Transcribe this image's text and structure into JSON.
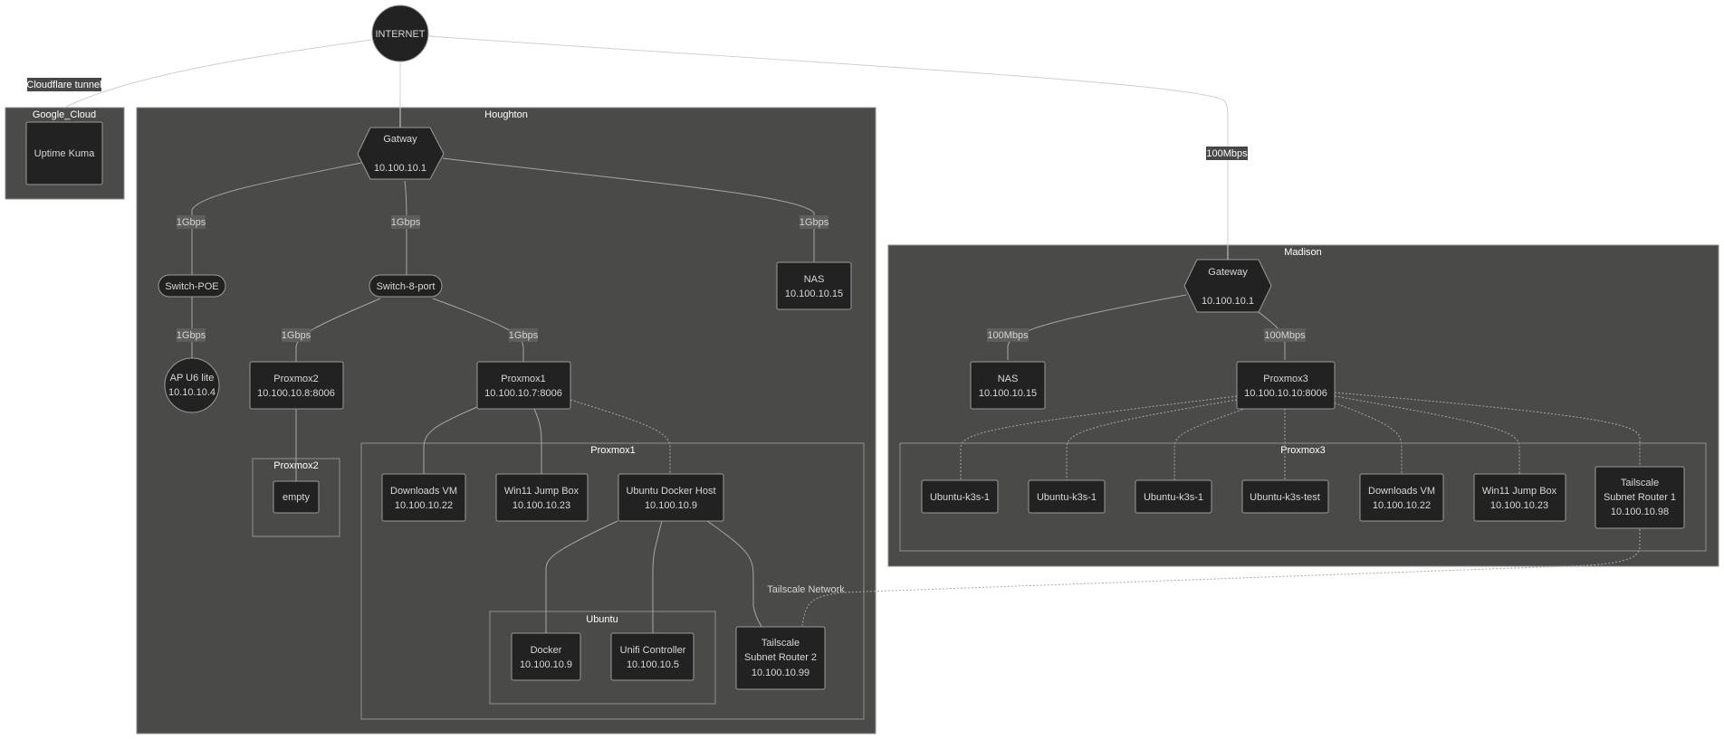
{
  "internet": "INTERNET",
  "clusters": {
    "google_cloud": "Google_Cloud",
    "houghton": "Houghton",
    "madison": "Madison",
    "proxmox1": "Proxmox1",
    "proxmox2": "Proxmox2",
    "ubuntu": "Ubuntu",
    "proxmox3": "Proxmox3"
  },
  "edge_labels": {
    "cloudflare": "Cloudflare tunnel",
    "gbps": "1Gbps",
    "mbps": "100Mbps",
    "tailscale": "Tailscale Network"
  },
  "nodes": {
    "uptime_kuma": "Uptime Kuma",
    "h_gateway": {
      "name": "Gatway",
      "ip": "10.100.10.1"
    },
    "switch_poe": "Switch-POE",
    "switch_8": "Switch-8-port",
    "h_nas": {
      "name": "NAS",
      "ip": "10.100.10.15"
    },
    "ap": {
      "name": "AP U6 lite",
      "ip": "10.10.10.4"
    },
    "proxmox2": {
      "name": "Proxmox2",
      "ip": "10.100.10.8:8006"
    },
    "proxmox1": {
      "name": "Proxmox1",
      "ip": "10.100.10.7:8006"
    },
    "empty": "empty",
    "p1_downloads": {
      "name": "Downloads VM",
      "ip": "10.100.10.22"
    },
    "p1_win11": {
      "name": "Win11 Jump Box",
      "ip": "10.100.10.23"
    },
    "docker_host": {
      "name": "Ubuntu Docker Host",
      "ip": "10.100.10.9"
    },
    "docker": {
      "name": "Docker",
      "ip": "10.100.10.9"
    },
    "unifi": {
      "name": "Unifi Controller",
      "ip": "10.100.10.5"
    },
    "ts2": {
      "line1": "Tailscale",
      "line2": "Subnet Router 2",
      "ip": "10.100.10.99"
    },
    "m_gateway": {
      "name": "Gateway",
      "ip": "10.100.10.1"
    },
    "m_nas": {
      "name": "NAS",
      "ip": "10.100.10.15"
    },
    "proxmox3": {
      "name": "Proxmox3",
      "ip": "10.100.10.10:8006"
    },
    "k3s_a": "Ubuntu-k3s-1",
    "k3s_b": "Ubuntu-k3s-1",
    "k3s_c": "Ubuntu-k3s-1",
    "k3s_test": "Ubuntu-k3s-test",
    "p3_downloads": {
      "name": "Downloads VM",
      "ip": "10.100.10.22"
    },
    "p3_win11": {
      "name": "Win11 Jump Box",
      "ip": "10.100.10.23"
    },
    "ts1": {
      "line1": "Tailscale",
      "line2": "Subnet Router 1",
      "ip": "10.100.10.98"
    }
  }
}
